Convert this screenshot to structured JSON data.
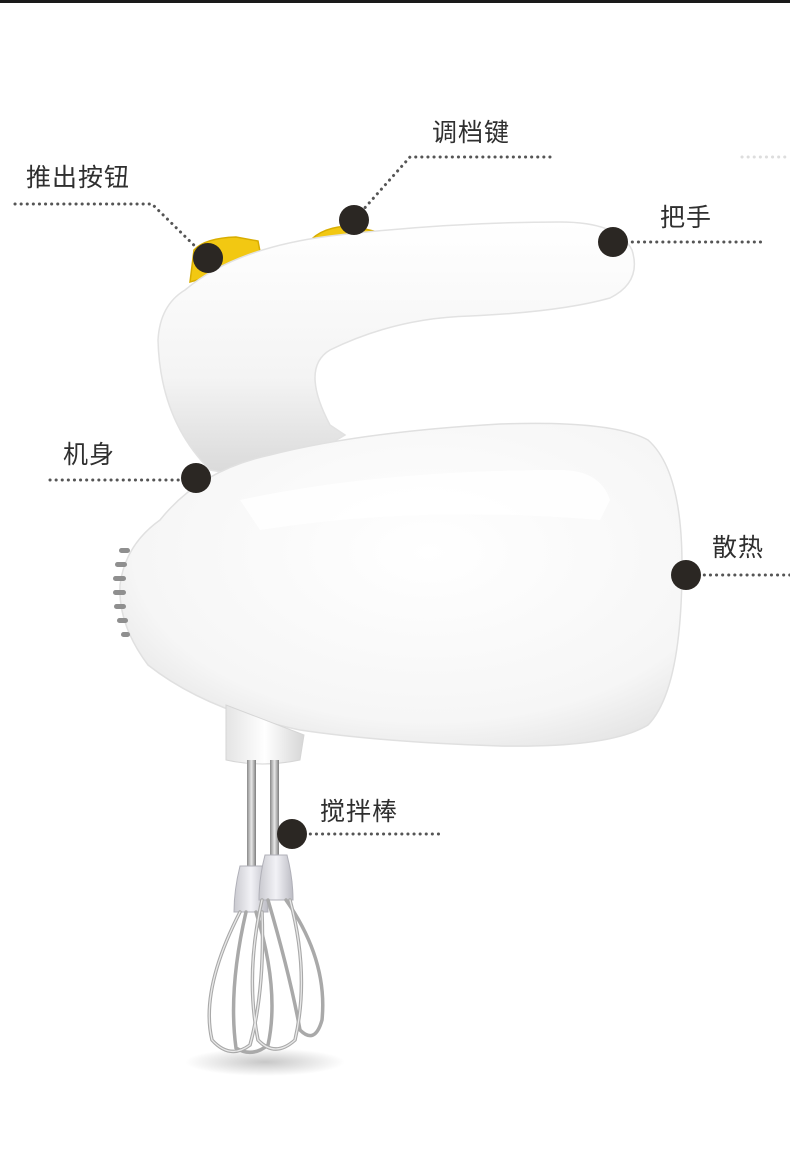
{
  "product": {
    "name": "hand-mixer",
    "body_color": "#ffffff",
    "accent_color": "#f2c812",
    "marker_color": "#2b2723"
  },
  "callouts": {
    "push_button": "推出按钮",
    "speed_key": "调档键",
    "handle": "把手",
    "body": "机身",
    "vent": "散热",
    "beater": "搅拌棒"
  }
}
